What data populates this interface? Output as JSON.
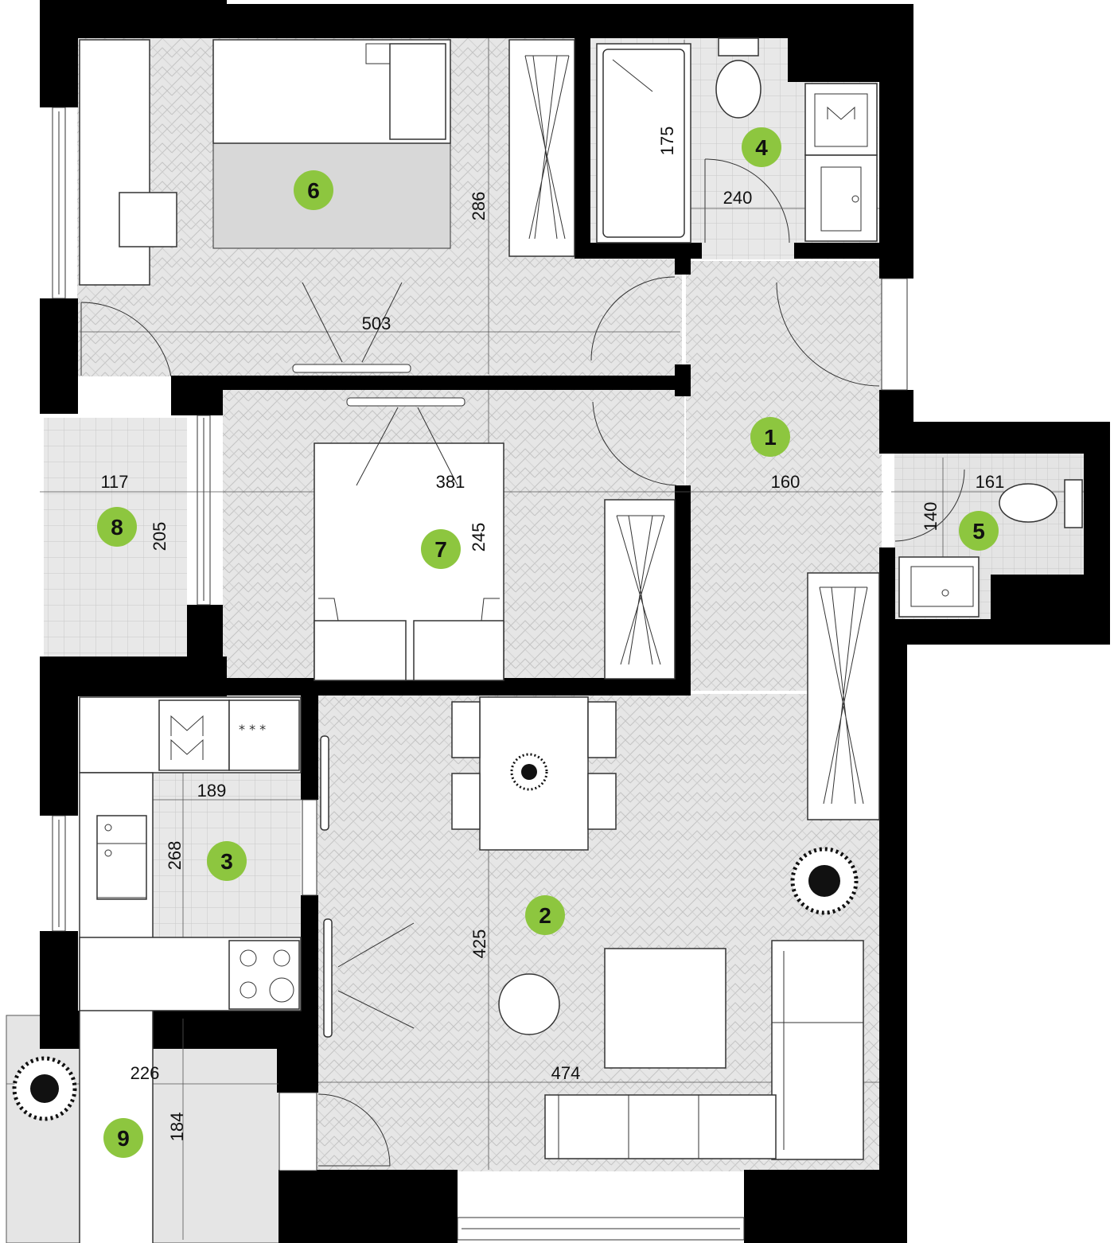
{
  "rooms": [
    {
      "id": "1",
      "width_label": "160"
    },
    {
      "id": "2",
      "width_label": "474",
      "height_label": "425"
    },
    {
      "id": "3",
      "width_label": "189",
      "height_label": "268"
    },
    {
      "id": "4",
      "width_label": "240",
      "height_label": "175"
    },
    {
      "id": "5",
      "width_label": "161",
      "height_label": "140"
    },
    {
      "id": "6",
      "width_label": "503",
      "height_label": "286"
    },
    {
      "id": "7",
      "width_label": "381",
      "height_label": "245"
    },
    {
      "id": "8",
      "width_label": "117",
      "height_label": "205"
    },
    {
      "id": "9",
      "width_label": "226",
      "height_label": "184"
    }
  ],
  "colors": {
    "wall": "#000000",
    "herringbone_floor": "#e6e6e6",
    "tile_floor": "#e8e8e8",
    "room_badge": "#8dc63f",
    "furniture": "#ffffff",
    "line": "#333333"
  },
  "icons": {
    "room_badge": "green-circle",
    "plant": "plant-icon",
    "stove": "cooktop-icon",
    "sink": "sink-icon",
    "toilet": "toilet-icon",
    "bathtub": "bathtub-icon",
    "washing_machine": "washer-icon"
  }
}
